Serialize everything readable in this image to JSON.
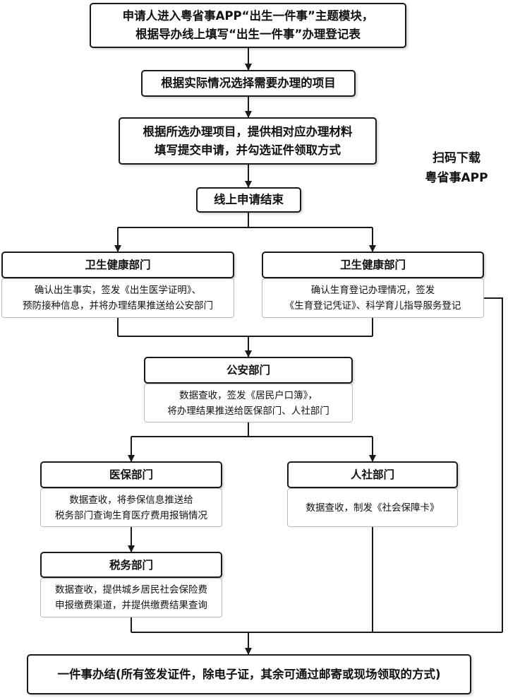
{
  "steps": {
    "step1": {
      "line1": "申请人进入粤省事APP“出生一件事”主题模块，",
      "line2": "根据导办线上填写“出生一件事”办理登记表"
    },
    "step2": {
      "text": "根据实际情况选择需要办理的项目"
    },
    "step3": {
      "line1": "根据所选办理项目，提供相对应办理材料",
      "line2": "填写提交申请，并勾选证件领取方式"
    },
    "step4": {
      "text": "线上申请结束"
    }
  },
  "scan_download": {
    "line1": "扫码下载",
    "line2": "粤省事APP"
  },
  "departments": {
    "health_left": {
      "title": "卫生健康部门",
      "line1": "确认出生事实，签发《出生医学证明》、",
      "line2": "预防接种信息，并将办理结果推送给公安部门"
    },
    "health_right": {
      "title": "卫生健康部门",
      "line1": "确认生育登记办理情况，签发",
      "line2": "《生育登记凭证》、科学育儿指导服务登记"
    },
    "police": {
      "title": "公安部门",
      "line1": "数据查收，签发《居民户口簿》，",
      "line2": "将办理结果推送给医保部门、人社部门"
    },
    "medical": {
      "title": "医保部门",
      "line1": "数据查收，将参保信息推送给",
      "line2": "税务部门查询生育医疗费用报销情况"
    },
    "hr_social": {
      "title": "人社部门",
      "line1": "数据查收，制发《社会保障卡》"
    },
    "tax": {
      "title": "税务部门",
      "line1": "数据查收，提供城乡居民社会保险费",
      "line2": "申报缴费渠道，并提供缴费结果查询"
    }
  },
  "final": {
    "text": "一件事办结(所有签发证件，除电子证，其余可通过邮寄或现场领取的方式)"
  },
  "colors": {
    "line": "#1a1a1a",
    "thin_border": "#b9b9b9"
  }
}
